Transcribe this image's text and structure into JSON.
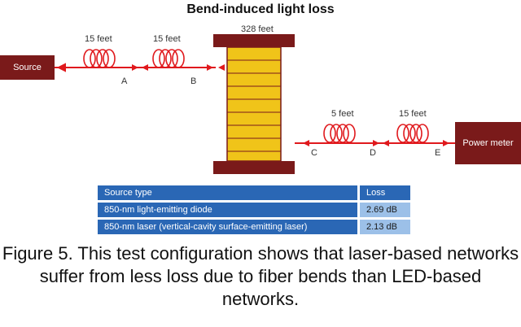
{
  "title": "Bend-induced light loss",
  "boxes": {
    "source": "Source",
    "power_meter": "Power meter"
  },
  "spool": {
    "label": "328 feet"
  },
  "coils": [
    {
      "label": "15 feet"
    },
    {
      "label": "15 feet"
    },
    {
      "label": "5 feet"
    },
    {
      "label": "15 feet"
    }
  ],
  "points": [
    "A",
    "B",
    "C",
    "D",
    "E"
  ],
  "table": {
    "headers": [
      "Source type",
      "Loss"
    ],
    "rows": [
      [
        "850-nm light-emitting diode",
        "2.69 dB"
      ],
      [
        "850-nm laser (vertical-cavity surface-emitting laser)",
        "2.13 dB"
      ]
    ]
  },
  "caption": "Figure 5. This test configuration shows that laser-based networks suffer from less loss due to fiber bends than LED-based networks.",
  "colors": {
    "fiber": "#e0191d",
    "box": "#7a1a1a",
    "spool_body": "#f0c419",
    "spool_flange": "#7a1a1a",
    "table_header": "#2a67b5",
    "table_value": "#9cc0e8"
  }
}
